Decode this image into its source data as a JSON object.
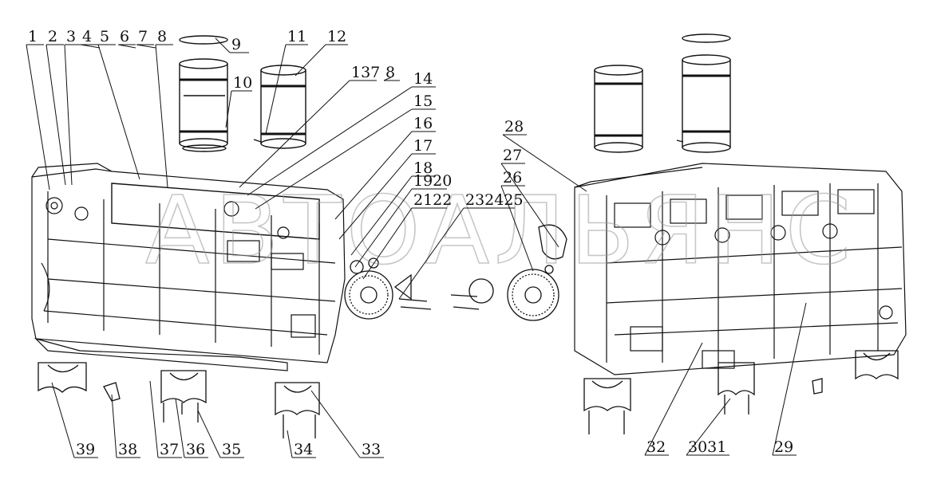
{
  "diagram": {
    "watermark": "АВТОАЛЬЯНС",
    "callouts": [
      "1",
      "2",
      "3",
      "4",
      "5",
      "6",
      "7",
      "8",
      "9",
      "10",
      "11",
      "12",
      "137",
      "8",
      "14",
      "15",
      "16",
      "17",
      "18",
      "1920",
      "2122",
      "232425",
      "26",
      "27",
      "28",
      "29",
      "3031",
      "32",
      "33",
      "34",
      "35",
      "36",
      "37",
      "38",
      "39"
    ]
  }
}
